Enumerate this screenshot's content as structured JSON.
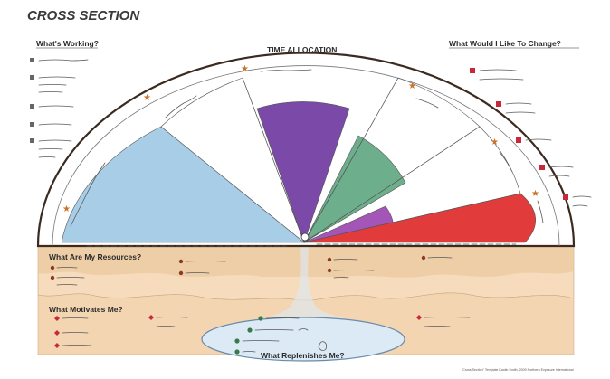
{
  "title": "CROSS SECTION",
  "sections": {
    "working": "What's Working?",
    "time_allocation": "TIME ALLOCATION",
    "change": "What Would I Like To Change?",
    "resources": "What Are My Resources?",
    "motivates": "What Motivates Me?",
    "replenishes": "What Replenishes Me?"
  },
  "footer": "\"Cross Section\" Template Kaolin Smith, 2009 Northern Exposure International",
  "colors": {
    "blue": "#a8cde6",
    "orange": "#f2a03a",
    "purple": "#7b4aa8",
    "green": "#6dae8c",
    "violet": "#a455b8",
    "red": "#e23b3b",
    "soil": "#f6dcbc",
    "soil_dark": "#e8c295",
    "water": "#dceaf6",
    "star": "#c8742a",
    "bullet_grey": "#666666",
    "bullet_red": "#c8283a",
    "bullet_brown": "#8a3a22",
    "bullet_green": "#3a7a4a"
  }
}
